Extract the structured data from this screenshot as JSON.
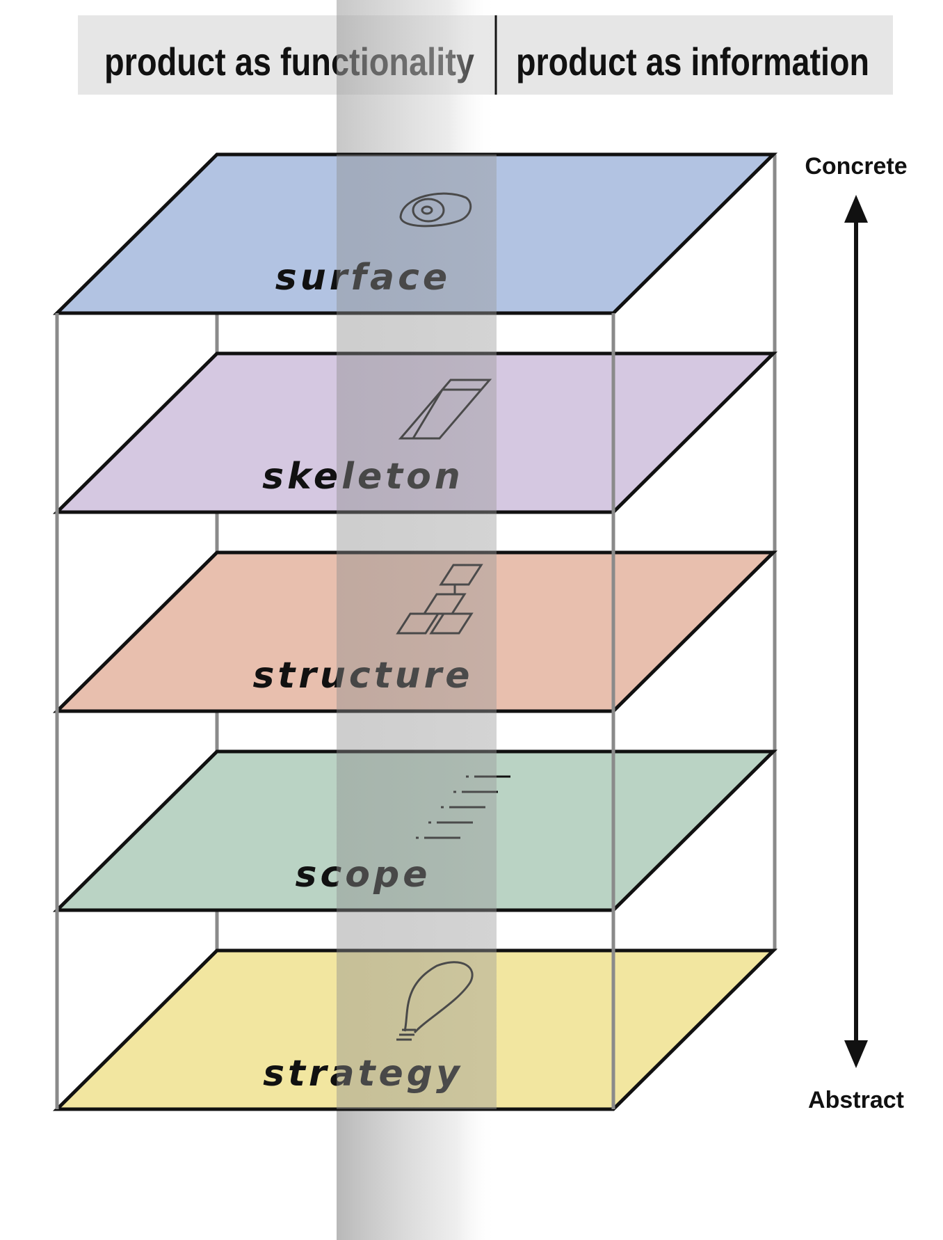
{
  "header": {
    "left_label": "product as functionality",
    "right_label": "product as information"
  },
  "axis": {
    "top_label": "Concrete",
    "bottom_label": "Abstract"
  },
  "layers": [
    {
      "label": "surface",
      "icon": "eye-icon",
      "color": "#b2c3e2"
    },
    {
      "label": "skeleton",
      "icon": "wireframe-icon",
      "color": "#d5c8e1"
    },
    {
      "label": "structure",
      "icon": "site-map-icon",
      "color": "#e8bfae"
    },
    {
      "label": "scope",
      "icon": "feature-list-icon",
      "color": "#bad3c4"
    },
    {
      "label": "strategy",
      "icon": "lightbulb-icon",
      "color": "#f2e6a0"
    }
  ],
  "colors": {
    "header_band": "#e6e6e6",
    "center_band": "#8f8f8f",
    "outline": "#111111",
    "posts": "#8a8a8a"
  }
}
